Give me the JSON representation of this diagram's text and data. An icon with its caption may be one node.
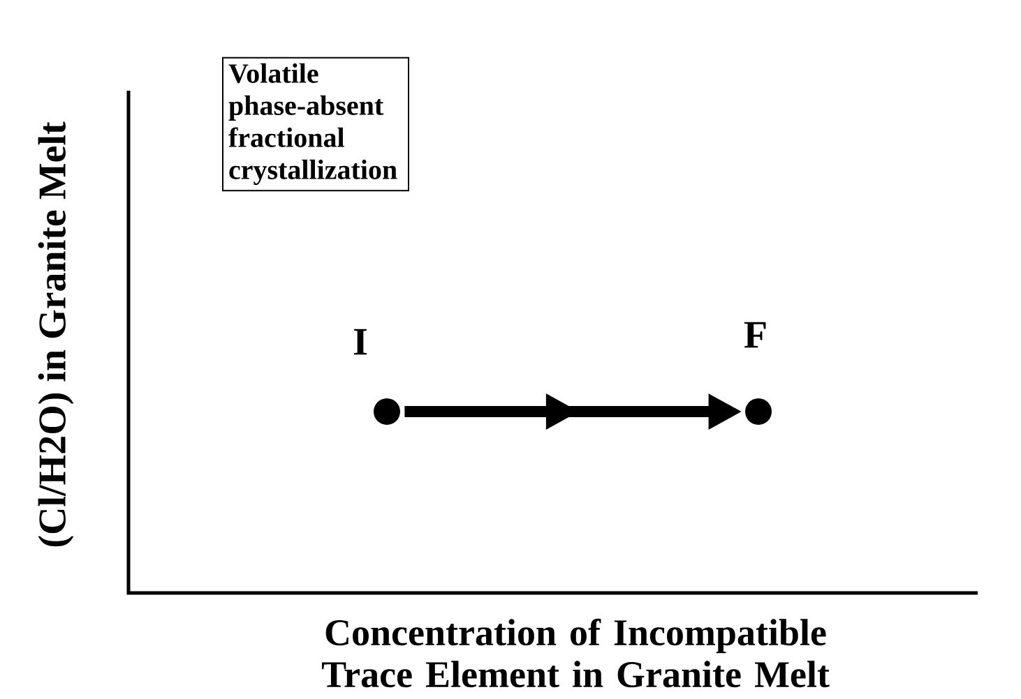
{
  "diagram": {
    "nodes": [
      {
        "text": [
          "Volatile phase-absent fractional crystallization"
        ]
      },
      {
        "text": [],
        "shape": "circle",
        "beside": [
          "I"
        ]
      },
      {
        "text": [],
        "shape": "circle",
        "beside": [
          "F"
        ]
      }
    ],
    "edges": [
      {
        "from": 1,
        "to": 2,
        "arrow": "to"
      }
    ],
    "labels": [
      "(Cl/H2O) in Granite Melt",
      "Concentration of Incompatible Trace Element in Granite Melt"
    ]
  }
}
